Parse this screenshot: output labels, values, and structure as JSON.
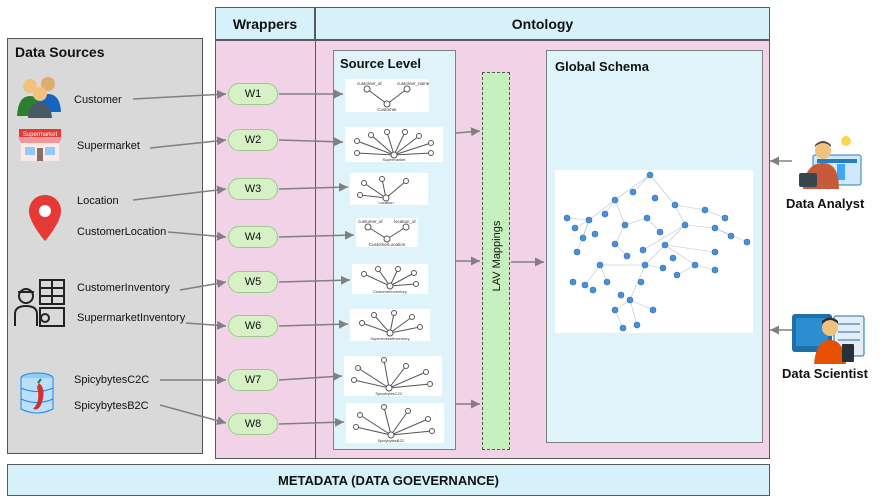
{
  "headers": {
    "data_sources": "Data Sources",
    "wrappers": "Wrappers",
    "ontology": "Ontology",
    "source_level": "Source Level",
    "global_schema": "Global Schema",
    "lav_mappings": "LAV Mappings",
    "metadata": "METADATA (DATA GOEVERNANCE)"
  },
  "sources": [
    {
      "label": "Customer",
      "icon": "customer-group-icon"
    },
    {
      "label": "Supermarket",
      "icon": "supermarket-icon"
    },
    {
      "label": "Location",
      "icon": "location-pin-icon"
    },
    {
      "label": "CustomerLocation",
      "icon": ""
    },
    {
      "label": "CustomerInventory",
      "icon": "inventory-worker-icon"
    },
    {
      "label": "SupermarketInventory",
      "icon": ""
    },
    {
      "label": "SpicybytesC2C",
      "icon": "database-chili-icon"
    },
    {
      "label": "SpicybytesB2C",
      "icon": ""
    }
  ],
  "wrappers": [
    "W1",
    "W2",
    "W3",
    "W4",
    "W5",
    "W6",
    "W7",
    "W8"
  ],
  "source_graphs": [
    {
      "root": "Customer",
      "leaves": [
        "customer_id",
        "customer_name"
      ]
    },
    {
      "root": "Supermarket",
      "leaves": [
        "",
        "",
        "",
        "",
        "",
        ""
      ]
    },
    {
      "root": "Location",
      "leaves": [
        "",
        "",
        ""
      ]
    },
    {
      "root": "CustomerLocation",
      "leaves": [
        "customer_id",
        "location_id"
      ]
    },
    {
      "root": "CustomerInventory",
      "leaves": [
        "",
        "",
        "",
        ""
      ]
    },
    {
      "root": "SupermarketInventory",
      "leaves": [
        "",
        "",
        "",
        ""
      ]
    },
    {
      "root": "SpicybytesC2C",
      "leaves": [
        "",
        "",
        "",
        "",
        ""
      ]
    },
    {
      "root": "SpicybytesB2C",
      "leaves": [
        "",
        "",
        "",
        "",
        ""
      ]
    }
  ],
  "roles": [
    {
      "label": "Data Analyst",
      "icon": "data-analyst-icon"
    },
    {
      "label": "Data Scientist",
      "icon": "data-scientist-icon"
    }
  ],
  "colors": {
    "panel_gray": "#d9d9d9",
    "ontology_pink": "#f2d2e6",
    "header_blue": "#d6f1f9",
    "wrapper_green": "#d5f1c5",
    "lav_green": "#c7f0bf",
    "node_blue": "#4a90d9",
    "arrow_gray": "#808080"
  }
}
